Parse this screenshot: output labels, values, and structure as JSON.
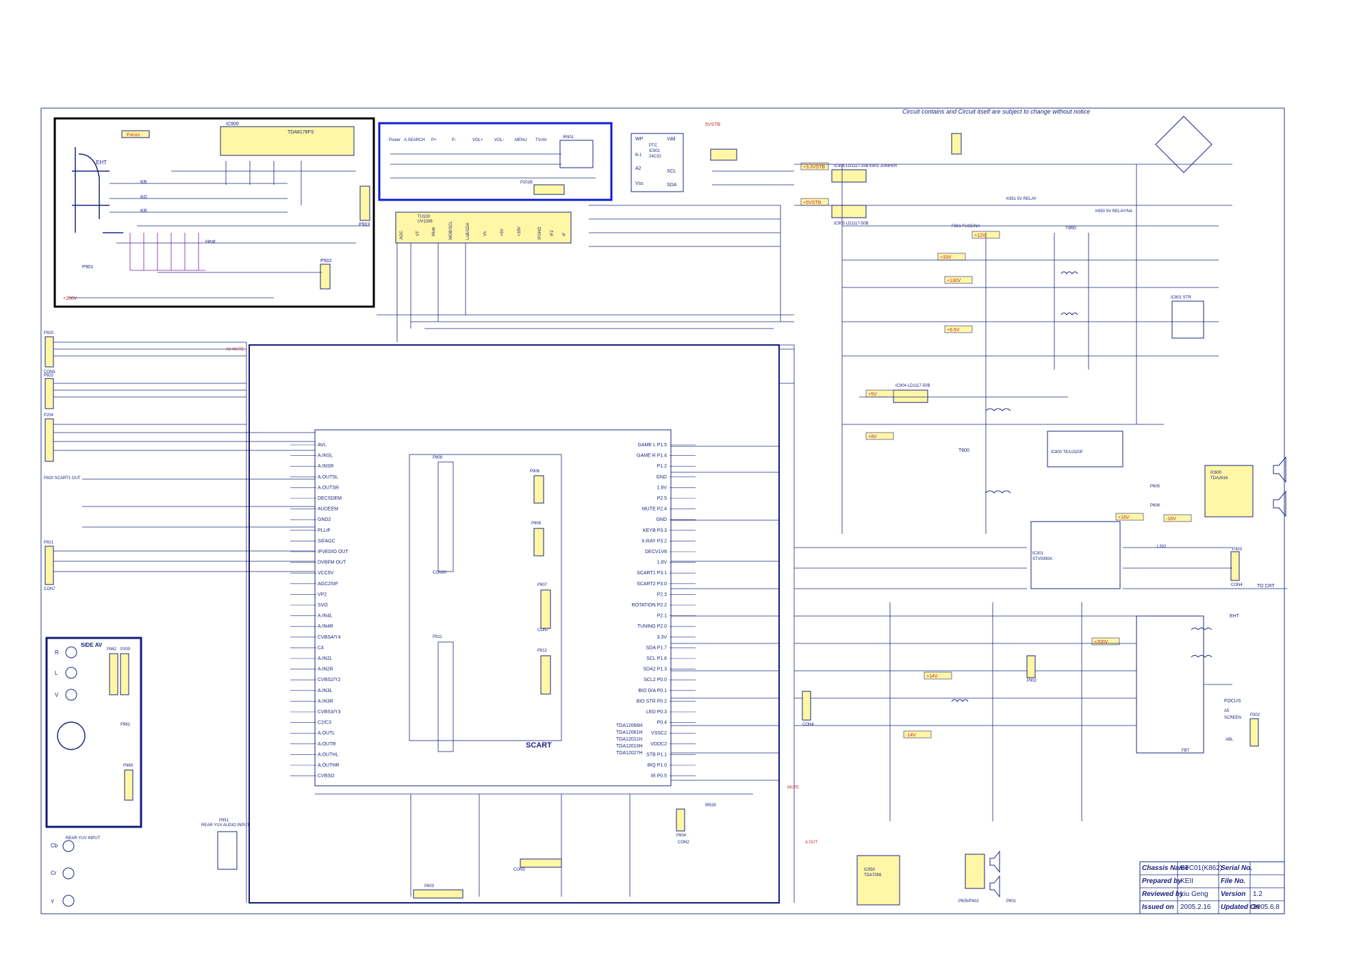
{
  "notice": "Circuit contains and Circuit itself are subject to change without notice",
  "sections": {
    "crt_block": {
      "ic": "IC900",
      "ic_part": "TDA8178FS",
      "labels": [
        "Focus",
        "EHT",
        "KB",
        "KG",
        "KR",
        "Heat",
        "P901",
        "P903",
        "P502",
        "+200V"
      ]
    },
    "keys_block": {
      "labels": [
        "Power",
        "A.SEARCH",
        "P+",
        "P-",
        "VOL+",
        "VOL-",
        "MENU",
        "TV/AV",
        "IR901"
      ]
    },
    "eeprom": {
      "ic": "IC901",
      "part": "24C32",
      "pins": [
        "WP",
        "Vdd",
        "A2",
        "SCL",
        "Vss",
        "SDA"
      ],
      "supply": "5VSTB",
      "labels": [
        "PTC",
        "B-1",
        "P201B"
      ]
    },
    "tuner": {
      "name": "TU100",
      "part": "UV1336",
      "pins": [
        "AGC",
        "VT",
        "Mute",
        "MOB/SCL",
        "LoB/SDA",
        "Vs",
        "+5V",
        "+33V",
        "IFGND",
        "IF2",
        "IF"
      ]
    },
    "scart": {
      "label": "SCART",
      "left_pins": [
        "AVL",
        "A.INSL",
        "A.INSR",
        "A.OUTSL",
        "A.OUTSR",
        "DECSDEM",
        "AUDEEM",
        "GND2",
        "PLLIF",
        "SIFAGC",
        "IFVEDIO OUT",
        "DVBFM OUT",
        "VCC5V",
        "AGC2SIF",
        "VP2",
        "SVO",
        "A.IN4L",
        "A.IN4R",
        "CVBS4/Y4",
        "C4",
        "A.IN2L",
        "A.IN2R",
        "CVBS2/Y2",
        "A.IN3L",
        "A.IN3R",
        "CVBS3/Y3",
        "C2/C3",
        "A.OUTL",
        "A.OUTR",
        "A.OUTHL",
        "A.OUTHR",
        "CVBSO"
      ],
      "right_pins": [
        "GAME L P1.5",
        "GAME R P1.4",
        "P1.2",
        "GND",
        "1.8V",
        "P2.5",
        "MUTE P2.4",
        "GND",
        "KEYB P3.3",
        "X-RAY P3.2",
        "DECV1V8",
        "1.8V",
        "SCART1 P3.1",
        "SCART2 P3.0",
        "P2.3",
        "ROTATION P2.2",
        "P2.1",
        "TUNING P2.0",
        "3.3V",
        "SDA P1.7",
        "SCL P1.6",
        "SDA2 P1.3",
        "SCL2 P0.0",
        "BIO D/A P0.1",
        "BIO STR P0.2",
        "LED P0.3",
        "P0.4",
        "VSSC2",
        "VDDC2",
        "STB P1.1",
        "IRQ P1.0",
        "IR P0.5"
      ],
      "connectors": [
        "P909",
        "P906",
        "P908",
        "P907",
        "P911",
        "P912",
        "CON20",
        "CON7"
      ],
      "chip_variants": [
        "TDA12066H",
        "TDA12061H",
        "TDA12011H",
        "TDA12010H",
        "TDA12027H"
      ]
    },
    "side_av": {
      "label": "SIDE AV",
      "connectors": [
        "P962",
        "P200",
        "P961",
        "P969"
      ],
      "jacks": [
        "R",
        "L",
        "V"
      ]
    },
    "rear_av": {
      "labels": [
        "REAR YUV INPUT",
        "REAR YUV AUDIO INPUT",
        "P951",
        "Cb",
        "Cr",
        "Y"
      ]
    },
    "scart_inputs": {
      "labels": [
        "P920",
        "P922",
        "P204",
        "P921",
        "CON5",
        "CON7",
        "AV-MUTE",
        "P920 SCART1 OUT"
      ]
    },
    "power": {
      "ics": [
        "IC906 LD1117-33B",
        "IC905 LD1117-50B",
        "IC904 LD1117-50B",
        "IC801 STR",
        "IC800 TEA1520P"
      ],
      "relays": [
        "K951 5V RELAY",
        "K850 5V RELAY/NA",
        "K801 JUMPER"
      ],
      "fuse": "F801 FUSE/NA",
      "rails": [
        "+3.3VSTB",
        "+5VSTB",
        "+12V",
        "+33V",
        "+130V",
        "+6.5V",
        "+5V",
        "+8V",
        "+16V",
        "-16V",
        "+14V",
        "-14V",
        "+200V"
      ],
      "transformers": [
        "T800",
        "T860"
      ]
    },
    "deflection": {
      "ic": "IC301",
      "part": "STV9380A",
      "labels": [
        "FBT",
        "EHT",
        "FOCUS",
        "A5",
        "SCREEN",
        "ABL",
        "TO CRT",
        "CON4",
        "P303",
        "P302",
        "L302"
      ]
    },
    "audio": {
      "ic": "IC600",
      "part": "TDA2616",
      "labels": [
        "P605",
        "P606",
        "A.OUT",
        "MUTE",
        "P605/P602",
        "P601"
      ]
    },
    "amp": {
      "ic": "IC950",
      "part": "TDA7056",
      "labels": [
        "CON4",
        "P902"
      ]
    },
    "ir_sensor": {
      "name": "IR530",
      "labels": [
        "P604",
        "CON2",
        "CON3",
        "P603"
      ]
    }
  },
  "title_block": {
    "chassis_name_label": "Chassis Name",
    "chassis_name": "ETC01(K862)",
    "serial_no_label": "Serial No.",
    "serial_no": "",
    "prepared_by_label": "Prepared by",
    "prepared_by": "KEII",
    "file_no_label": "File No.",
    "file_no": "",
    "reviewed_by_label": "Reviewed by",
    "reviewed_by": "Liu Geng",
    "version_label": "Version",
    "version": "1.2",
    "issued_on_label": "Issued on",
    "issued_on": "2005.2.16",
    "updated_on_label": "Updated On",
    "updated_on": "2005.6.8"
  },
  "colors": {
    "wire": "#1a237e",
    "border": "#101a7a",
    "component_fill": "#fff7a6",
    "label_red": "#c62828",
    "frame_black": "#000000",
    "frame_blue": "#0d1bd4",
    "text": "#0a1a6e"
  }
}
